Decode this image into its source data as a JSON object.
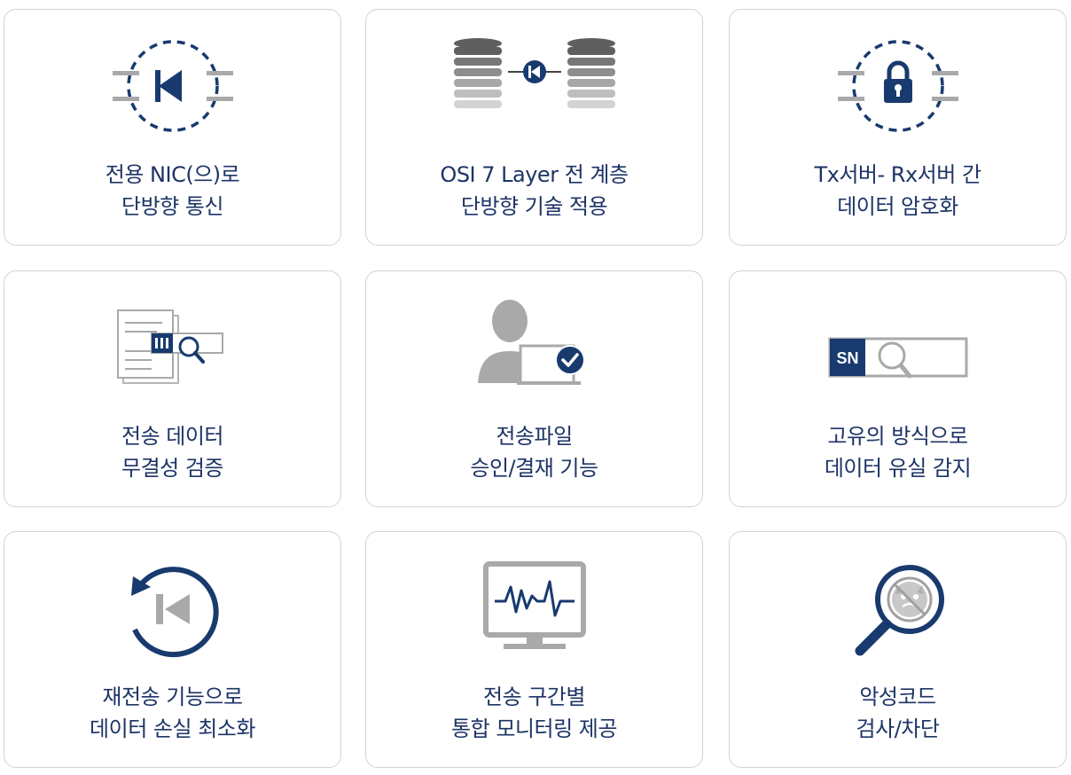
{
  "colors": {
    "navy": "#183a6e",
    "gray": "#a9a9a9",
    "text": "#1d3466",
    "border": "#d2d2d2"
  },
  "cards": [
    {
      "icon": "dedicated-nic-icon",
      "line1": "전용 NIC(으)로",
      "line2": "단방향 통신"
    },
    {
      "icon": "osi-layer-icon",
      "line1": "OSI 7 Layer 전 계층",
      "line2": "단방향 기술 적용"
    },
    {
      "icon": "encryption-lock-icon",
      "line1": "Tx서버- Rx서버 간",
      "line2": "데이터 암호화"
    },
    {
      "icon": "data-verification-icon",
      "line1": "전송 데이터",
      "line2": "무결성 검증"
    },
    {
      "icon": "file-approval-icon",
      "line1": "전송파일",
      "line2": "승인/결재 기능"
    },
    {
      "icon": "serial-search-icon",
      "line1": "고유의 방식으로",
      "line2": "데이터 유실 감지",
      "sn": "SN"
    },
    {
      "icon": "retransmit-icon",
      "line1": "재전송 기능으로",
      "line2": "데이터 손실 최소화"
    },
    {
      "icon": "monitoring-icon",
      "line1": "전송 구간별",
      "line2": "통합 모니터링 제공"
    },
    {
      "icon": "malware-scan-icon",
      "line1": "악성코드",
      "line2": "검사/차단"
    }
  ]
}
